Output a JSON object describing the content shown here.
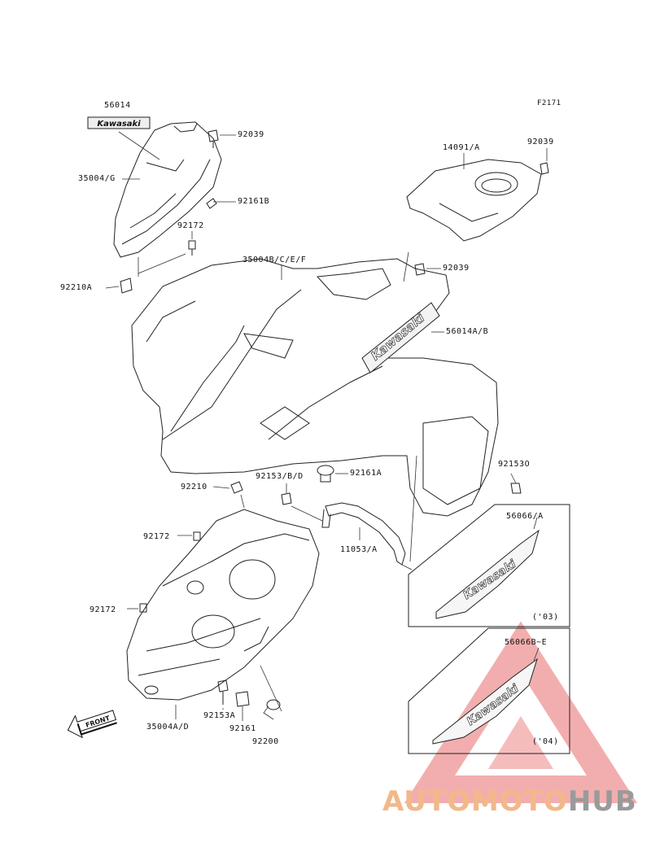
{
  "figure_code": "F2171",
  "callouts": {
    "c56014": "56014",
    "c35004G": "35004/G",
    "c92039a": "92039",
    "c92161B": "92161B",
    "c92172a": "92172",
    "c92210A": "92210A",
    "c14091": "14091/A",
    "c92039b": "92039",
    "c35004BCEF": "35004B/C/E/F",
    "c92039c": "92039",
    "c56014AB": "56014A/B",
    "c92153BD": "92153/B/D",
    "c92161A": "92161A",
    "c92153O": "92153O",
    "c92210": "92210",
    "c92172b": "92172",
    "c11053": "11053/A",
    "c56066A": "56066/A",
    "c03": "('03)",
    "c92172c": "92172",
    "c56066BE": "56066B~E",
    "c04": "('04)",
    "c92153A": "92153A",
    "c92161": "92161",
    "c92200": "92200",
    "c35004AD": "35004A/D"
  },
  "decal_text": "Kawasaki",
  "front_arrow_label": "FRONT",
  "watermark": {
    "part1": "AUTOMOTO",
    "part2": "HUB",
    "color_light": "#f2b88a",
    "color_gray": "#9a9a9a",
    "triangle_color": "#e86b6b"
  }
}
